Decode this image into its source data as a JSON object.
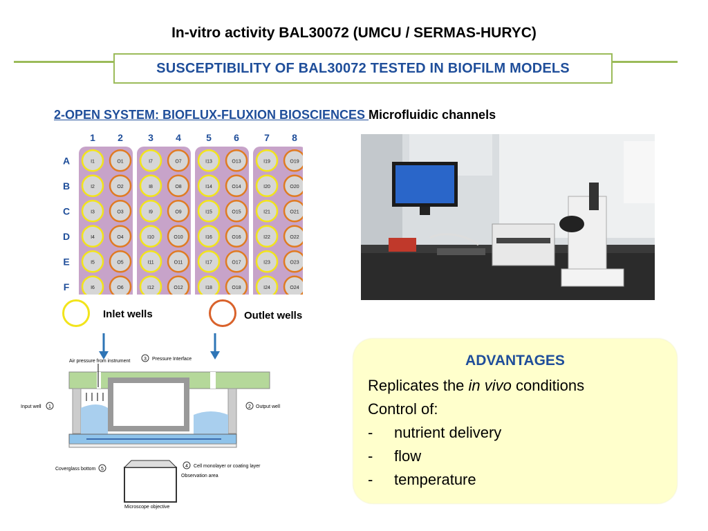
{
  "title": "In-vitro activity BAL30072 (UMCU / SERMAS-HURYC)",
  "subtitle": "SUSCEPTIBILITY OF BAL30072 TESTED IN BIOFILM MODELS",
  "section": {
    "label": "2-OPEN SYSTEM: BIOFLUX-FLUXION BIOSCIENCES ",
    "suffix": "Microfluidic channels"
  },
  "plate": {
    "columns": [
      "1",
      "2",
      "3",
      "4",
      "5",
      "6",
      "7",
      "8"
    ],
    "rows": [
      "A",
      "B",
      "C",
      "D",
      "E",
      "F"
    ],
    "inlet_labels": [
      "I1",
      "I2",
      "I3",
      "I4",
      "I5",
      "I6",
      "I7",
      "I8",
      "I9",
      "I10",
      "I11",
      "I12",
      "I13",
      "I14",
      "I15",
      "I16",
      "I17",
      "I18",
      "I19",
      "I20",
      "I21",
      "I22",
      "I23",
      "I24"
    ],
    "outlet_labels": [
      "O1",
      "O2",
      "O3",
      "O4",
      "O5",
      "O6",
      "O7",
      "O8",
      "O9",
      "O10",
      "O11",
      "O12",
      "O13",
      "O14",
      "O15",
      "O16",
      "O17",
      "O18",
      "O19",
      "O20",
      "O21",
      "O22",
      "O23",
      "O24"
    ],
    "colors": {
      "plate_bg": "#c7a3c9",
      "well": "#d6d6d6",
      "inlet_ring": "#f2e41b",
      "outlet_ring": "#e07b22"
    }
  },
  "legend": {
    "inlet": "Inlet wells",
    "outlet": "Outlet wells"
  },
  "diagram": {
    "air_pressure": "Air pressure from instrument",
    "pressure_interface": "Pressure Interface",
    "input_well": "Input well",
    "output_well": "Output well",
    "coverglass_bottom": "Coverglass bottom",
    "cell_monolayer": "Cell monolayer or coating layer",
    "observation_area": "Observation area",
    "microscope_objective": "Microscope objective",
    "num1": "1",
    "num2": "2",
    "num3": "3",
    "num4": "4",
    "num5": "5"
  },
  "advantages": {
    "title": "ADVANTAGES",
    "line1_pre": "Replicates the ",
    "line1_em": "in vivo",
    "line1_post": " conditions",
    "line2": "Control of:",
    "items": [
      "nutrient delivery",
      "flow",
      "temperature"
    ],
    "dash": "-"
  },
  "colors": {
    "accent_green": "#9bbb59",
    "accent_blue": "#1f4e9a",
    "box_yellow": "#ffffcc"
  }
}
